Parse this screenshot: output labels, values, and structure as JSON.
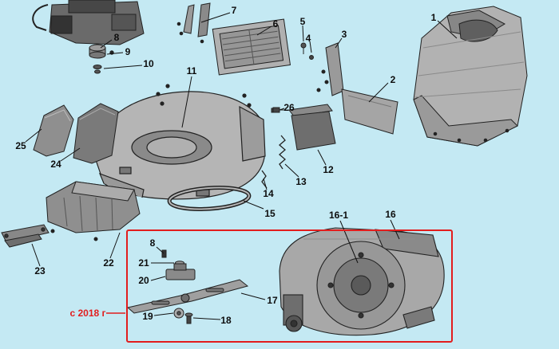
{
  "meta": {
    "title": "Lawn mower exploded parts diagram",
    "background_color": "#c4e9f3",
    "line_color": "#1a1a1a",
    "highlight_color": "#e21d1d"
  },
  "annotation": {
    "label": "с 2018 г"
  },
  "callouts": [
    {
      "label": "7"
    },
    {
      "label": "6"
    },
    {
      "label": "5"
    },
    {
      "label": "4"
    },
    {
      "label": "3"
    },
    {
      "label": "1"
    },
    {
      "label": "8"
    },
    {
      "label": "9"
    },
    {
      "label": "10"
    },
    {
      "label": "11"
    },
    {
      "label": "2"
    },
    {
      "label": "26"
    },
    {
      "label": "25"
    },
    {
      "label": "24"
    },
    {
      "label": "12"
    },
    {
      "label": "13"
    },
    {
      "label": "14"
    },
    {
      "label": "15"
    },
    {
      "label": "16-1"
    },
    {
      "label": "16"
    },
    {
      "label": "22"
    },
    {
      "label": "8"
    },
    {
      "label": "21"
    },
    {
      "label": "20"
    },
    {
      "label": "23"
    },
    {
      "label": "17"
    },
    {
      "label": "19"
    },
    {
      "label": "18"
    }
  ]
}
